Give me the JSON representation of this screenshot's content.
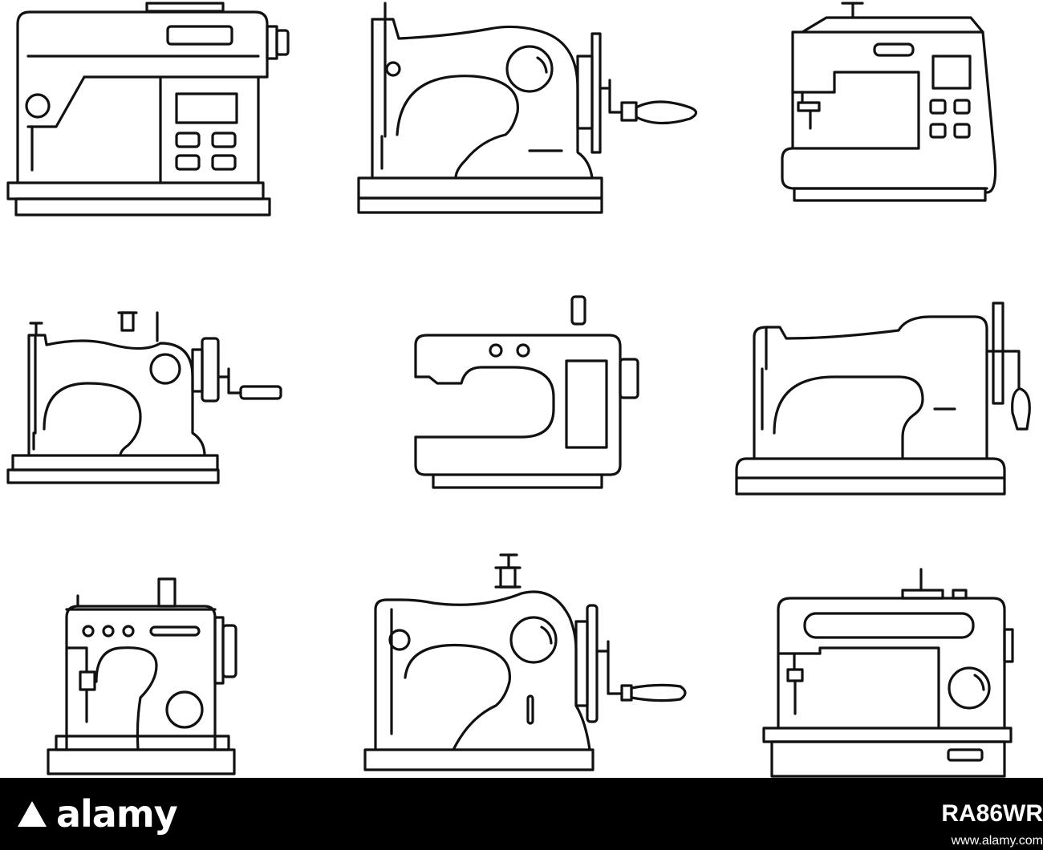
{
  "illustration": {
    "description_icons": [
      "computerized-sewing-machine-icon",
      "hand-crank-sewing-machine-icon",
      "electronic-sewing-machine-icon",
      "vintage-hand-crank-sewing-machine-icon",
      "modern-sewing-machine-icon",
      "industrial-sewing-machine-icon",
      "retro-sewing-machine-icon",
      "antique-sewing-machine-icon",
      "domestic-sewing-machine-icon"
    ],
    "stroke_color": "#111111",
    "background_color": "#ffffff"
  },
  "footer": {
    "logo_text": "alamy",
    "stock_id": "RA86WR",
    "url": "www.alamy.com",
    "background_color": "#000000",
    "text_color": "#ffffff"
  }
}
